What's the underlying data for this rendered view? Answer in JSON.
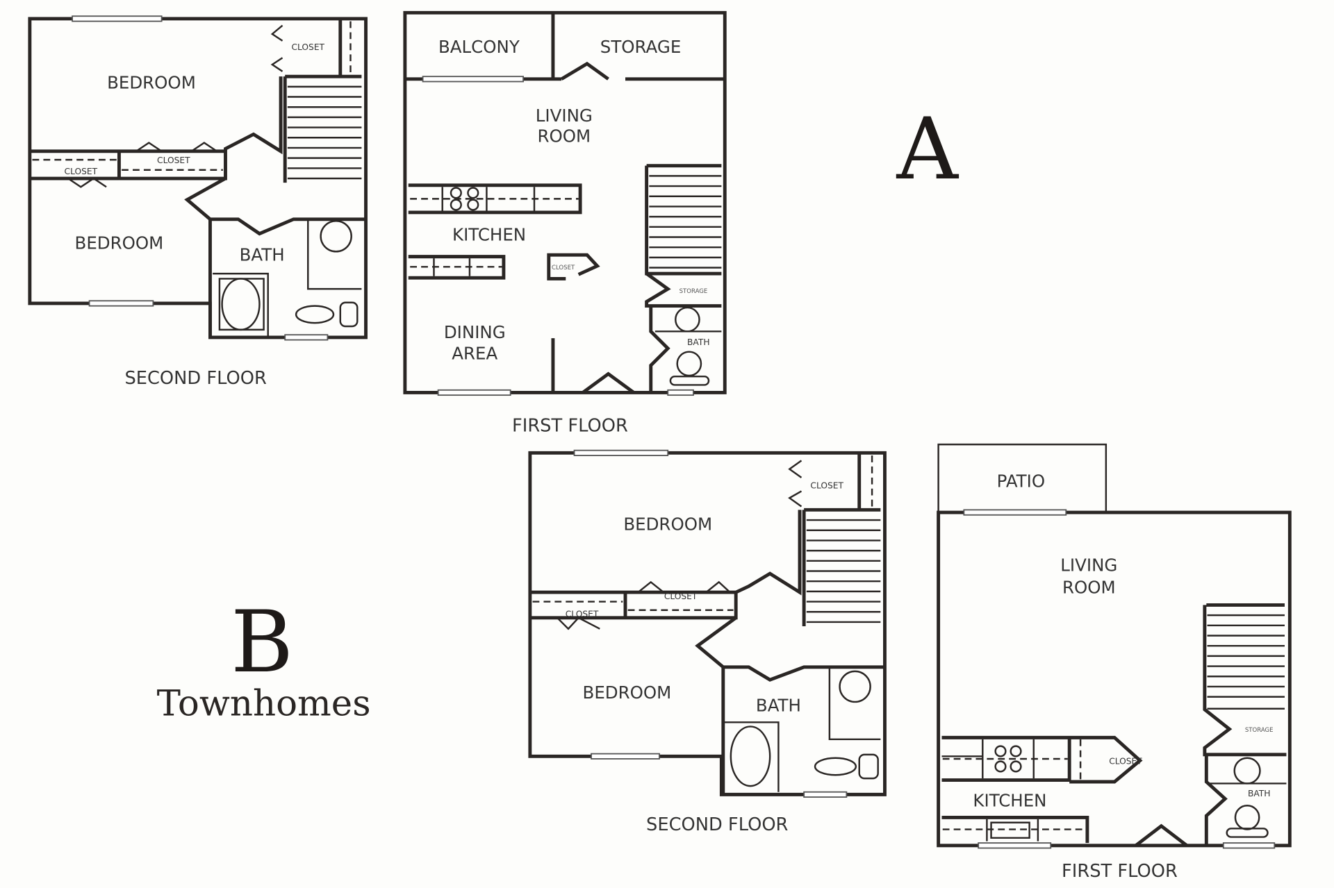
{
  "plan_a": {
    "letter": "A",
    "second_floor": {
      "label": "SECOND FLOOR",
      "rooms": {
        "bedroom_1": "BEDROOM",
        "bedroom_2": "BEDROOM",
        "bath": "BATH",
        "closet_1": "CLOSET",
        "closet_2": "CLOSET",
        "closet_3": "CLOSET"
      }
    },
    "first_floor": {
      "label": "FIRST FLOOR",
      "rooms": {
        "balcony": "BALCONY",
        "storage": "STORAGE",
        "living_1": "LIVING",
        "living_2": "ROOM",
        "kitchen": "KITCHEN",
        "dining_1": "DINING",
        "dining_2": "AREA",
        "closet": "CLOSET",
        "storage_small": "STORAGE",
        "bath": "BATH"
      }
    }
  },
  "plan_b": {
    "letter": "B",
    "subtitle": "Townhomes",
    "second_floor": {
      "label": "SECOND FLOOR",
      "rooms": {
        "bedroom_1": "BEDROOM",
        "bedroom_2": "BEDROOM",
        "bath": "BATH",
        "closet_1": "CLOSET",
        "closet_2": "CLOSET",
        "closet_3": "CLOSET"
      }
    },
    "first_floor": {
      "label": "FIRST FLOOR",
      "rooms": {
        "patio": "PATIO",
        "living_1": "LIVING",
        "living_2": "ROOM",
        "kitchen": "KITCHEN",
        "closet": "CLOSET",
        "storage_small": "STORAGE",
        "bath": "BATH"
      }
    }
  }
}
